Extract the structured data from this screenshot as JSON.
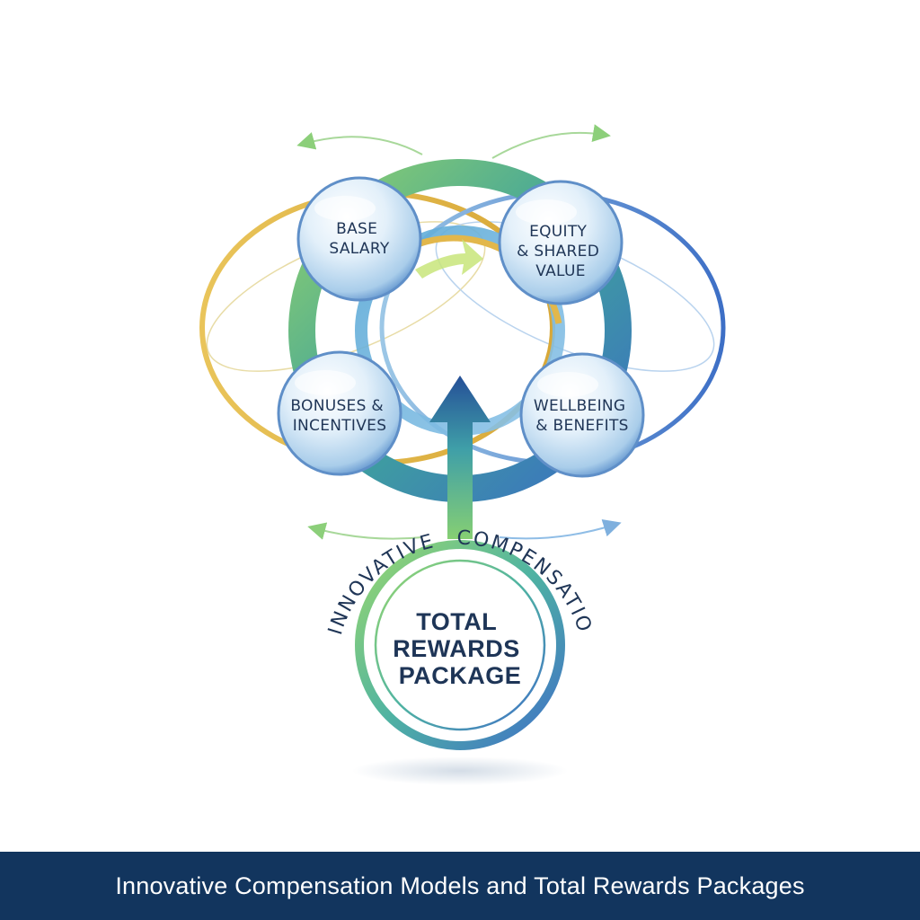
{
  "nodes": [
    {
      "id": "base-salary",
      "lines": [
        "BASE",
        "SALARY"
      ]
    },
    {
      "id": "equity",
      "lines": [
        "EQUITY",
        "& SHARED",
        "VALUE"
      ]
    },
    {
      "id": "bonuses",
      "lines": [
        "BONUSES &",
        "INCENTIVES"
      ]
    },
    {
      "id": "wellbeing",
      "lines": [
        "WELLBEING",
        "& BENEFITS"
      ]
    }
  ],
  "center": {
    "lines": [
      "TOTAL",
      "REWARDS",
      "PACKAGE"
    ]
  },
  "arc_left": "INNOVATIVE",
  "arc_right": "COMPENSATION",
  "footer": {
    "title": "Innovative Compensation Models and Total Rewards Packages"
  },
  "colors": {
    "green": "#7cc576",
    "teal": "#3f9aa6",
    "blue": "#3f73c4",
    "gold": "#e3b84a",
    "navy": "#12355e",
    "text": "#1f3556"
  }
}
